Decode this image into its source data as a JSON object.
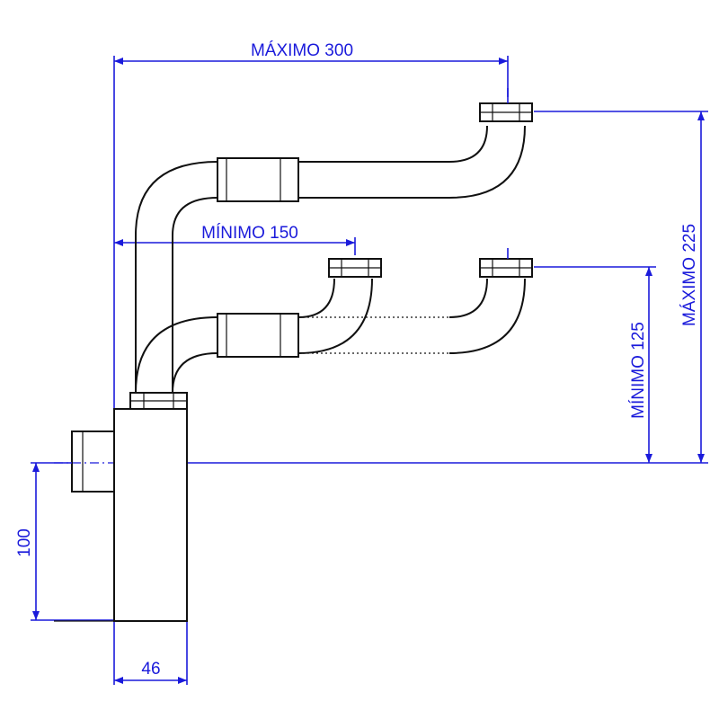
{
  "dimensions": {
    "max_horizontal": "MÁXIMO 300",
    "min_horizontal": "MÍNIMO 150",
    "max_vertical": "MÁXIMO 225",
    "min_vertical": "MÍNIMO 125",
    "body_height": "100",
    "body_width": "46"
  },
  "colors": {
    "dimension": "#1a1adb",
    "line": "#111111"
  }
}
